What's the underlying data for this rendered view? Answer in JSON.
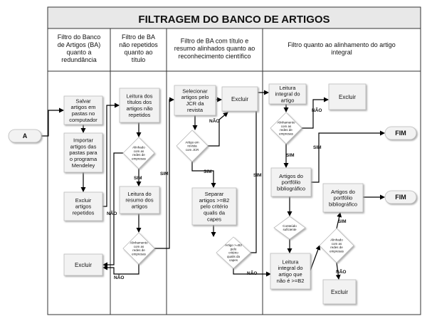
{
  "title": "FILTRAGEM DO BANCO DE ARTIGOS",
  "lanes": [
    "Filtro do Banco de Artigos (BA) quanto a redundância",
    "Filtro de BA não repetidos quanto ao título",
    "Filtro de BA com título e resumo alinhados quanto ao reconhecimento científico",
    "Filtro quanto ao alinhamento do artigo integral"
  ],
  "nodes": {
    "start": "A",
    "salvar": "Salvar artigos em pastas no computador",
    "importar": "Importar artigos das pastas para o programa Mendeley",
    "excluir_repetidos": "Excluir artigos repetidos",
    "excluir_1": "Excluir",
    "leitura_titulos": "Leitura dos títulos dos artigos não repetidos",
    "dec_titulo": "Alinhado com as redes de empresas",
    "leitura_resumo": "Leitura do resumo dos artigos",
    "dec_resumo": "Alinhamento com as redes de empresas",
    "selecionar": "Selecionar artigos pelo JCR da revista",
    "excluir_2": "Excluir",
    "dec_jcr": "Artigo em revista com JCR",
    "separar": "Separar artigos >=B2 pelo critério qualis da capes",
    "dec_qualis": "Artigo >=B2 pelo critério qualis da capes",
    "leitura_integral": "Leitura integral do artigo",
    "excluir_3": "Excluir",
    "dec_integral": "Alinhamento com as redes de empresas",
    "portfolio_1": "Artigos do portfólio bibliográfico",
    "dec_conteudo": "Conteúdo suficiente",
    "leitura_nao_b2": "Leitura integral do artigo que não é >=B2",
    "dec_nao_b2": "Alinhado com as redes de empresas",
    "portfolio_2": "Artigos do portfólio bibliográfico",
    "excluir_4": "Excluir",
    "fim_1": "FIM",
    "fim_2": "FIM"
  },
  "edge_labels": {
    "sim_titulo": "SIM",
    "nao_titulo": "NÃO",
    "sim_resumo": "SIM",
    "nao_resumo": "NÃO",
    "sim_jcr": "SIM",
    "nao_jcr": "NÃO",
    "sim_qualis": "SIM",
    "nao_qualis": "NÃO",
    "sim_integral": "SIM",
    "nao_integral": "NÃO",
    "sim_conteudo": "SIM",
    "sim_nao_b2": "SIM",
    "nao_nao_b2": "NÃO"
  },
  "colors": {
    "box_fill": "#f2f2f2",
    "title_fill": "#e8e8e8",
    "line": "#000000",
    "border": "#333333"
  }
}
